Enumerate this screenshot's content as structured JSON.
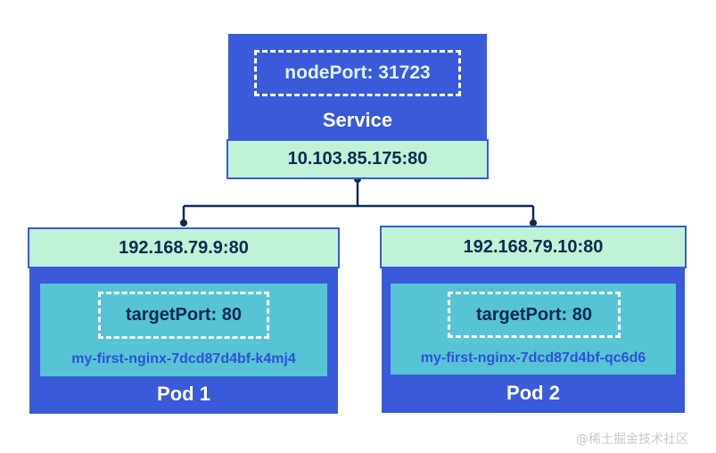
{
  "service": {
    "node_port": "nodePort: 31723",
    "label": "Service",
    "cluster_ip": "10.103.85.175:80"
  },
  "pods": [
    {
      "ip": "192.168.79.9:80",
      "target_port": "targetPort: 80",
      "name": "my-first-nginx-7dcd87d4bf-k4mj4",
      "label": "Pod 1"
    },
    {
      "ip": "192.168.79.10:80",
      "target_port": "targetPort: 80",
      "name": "my-first-nginx-7dcd87d4bf-qc6d6",
      "label": "Pod 2"
    }
  ],
  "watermark": "@稀土掘金技术社区",
  "colors": {
    "block": "#3a5ad9",
    "ip_box": "#bff2d6",
    "pod_inner": "#56c4d4",
    "connector": "#0e2a4f"
  }
}
